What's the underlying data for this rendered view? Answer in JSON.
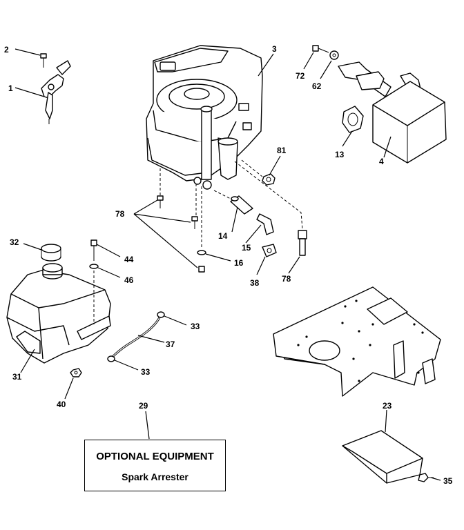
{
  "callouts": [
    {
      "id": "2",
      "label": "2"
    },
    {
      "id": "1",
      "label": "1"
    },
    {
      "id": "3",
      "label": "3"
    },
    {
      "id": "72",
      "label": "72"
    },
    {
      "id": "62",
      "label": "62"
    },
    {
      "id": "13",
      "label": "13"
    },
    {
      "id": "4",
      "label": "4"
    },
    {
      "id": "81",
      "label": "81"
    },
    {
      "id": "78a",
      "label": "78"
    },
    {
      "id": "14",
      "label": "14"
    },
    {
      "id": "15",
      "label": "15"
    },
    {
      "id": "16",
      "label": "16"
    },
    {
      "id": "38",
      "label": "38"
    },
    {
      "id": "78b",
      "label": "78"
    },
    {
      "id": "32",
      "label": "32"
    },
    {
      "id": "44",
      "label": "44"
    },
    {
      "id": "46",
      "label": "46"
    },
    {
      "id": "31",
      "label": "31"
    },
    {
      "id": "33a",
      "label": "33"
    },
    {
      "id": "37",
      "label": "37"
    },
    {
      "id": "33b",
      "label": "33"
    },
    {
      "id": "40",
      "label": "40"
    },
    {
      "id": "29",
      "label": "29"
    },
    {
      "id": "23",
      "label": "23"
    },
    {
      "id": "35",
      "label": "35"
    }
  ],
  "optional_box": {
    "title": "OPTIONAL EQUIPMENT",
    "subtitle": "Spark Arrester"
  }
}
